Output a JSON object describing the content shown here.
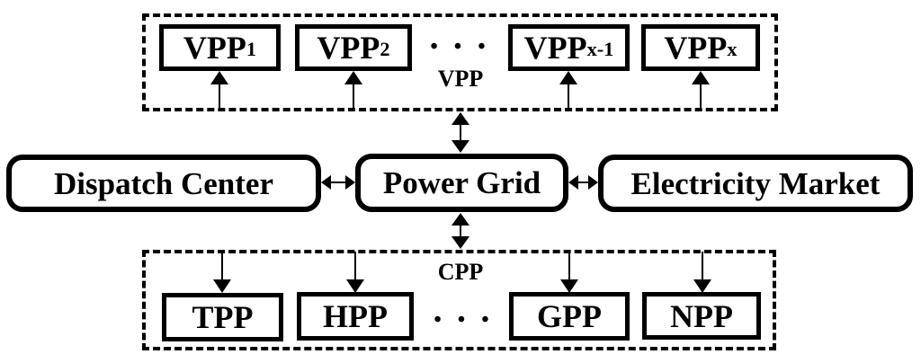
{
  "diagram": {
    "vpp_group": {
      "label": "VPP",
      "dots": "• • •",
      "nodes": [
        {
          "base": "VPP",
          "sub": "1"
        },
        {
          "base": "VPP",
          "sub": "2"
        },
        {
          "base": "VPP",
          "sub": "x-1"
        },
        {
          "base": "VPP",
          "sub": "x"
        }
      ]
    },
    "center_row": {
      "dispatch_center": "Dispatch Center",
      "power_grid": "Power Grid",
      "electricity_market": "Electricity Market"
    },
    "cpp_group": {
      "label": "CPP",
      "dots": "• • •",
      "nodes": [
        {
          "label": "TPP"
        },
        {
          "label": "HPP"
        },
        {
          "label": "GPP"
        },
        {
          "label": "NPP"
        }
      ]
    },
    "colors": {
      "line": "#000000",
      "background": "#ffffff"
    }
  }
}
